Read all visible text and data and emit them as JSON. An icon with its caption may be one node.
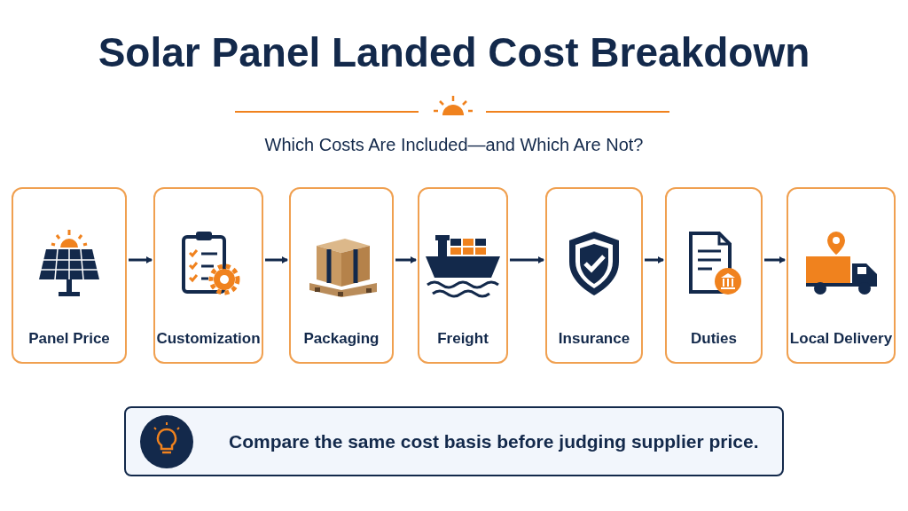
{
  "diagram": {
    "title": "Solar Panel Landed Cost Breakdown",
    "nodes": [
      {
        "text": [
          "Panel Price"
        ]
      },
      {
        "text": [
          "Customization"
        ]
      },
      {
        "text": [
          "Packaging"
        ]
      },
      {
        "text": [
          "Freight"
        ]
      },
      {
        "text": [
          "Insurance"
        ]
      },
      {
        "text": [
          "Duties"
        ]
      },
      {
        "text": [
          "Local Delivery"
        ]
      },
      {
        "text": [
          "Compare the same cost basis before judging supplier price."
        ]
      }
    ],
    "edges": [
      {
        "from": 0,
        "to": 1,
        "arrow": "to"
      },
      {
        "from": 1,
        "to": 2,
        "arrow": "to"
      },
      {
        "from": 2,
        "to": 3,
        "arrow": "to"
      },
      {
        "from": 3,
        "to": 4,
        "arrow": "to"
      },
      {
        "from": 4,
        "to": 5,
        "arrow": "to"
      },
      {
        "from": 5,
        "to": 6,
        "arrow": "to"
      }
    ],
    "labels": [
      "Which Costs Are Included—and Which Are Not?"
    ]
  }
}
